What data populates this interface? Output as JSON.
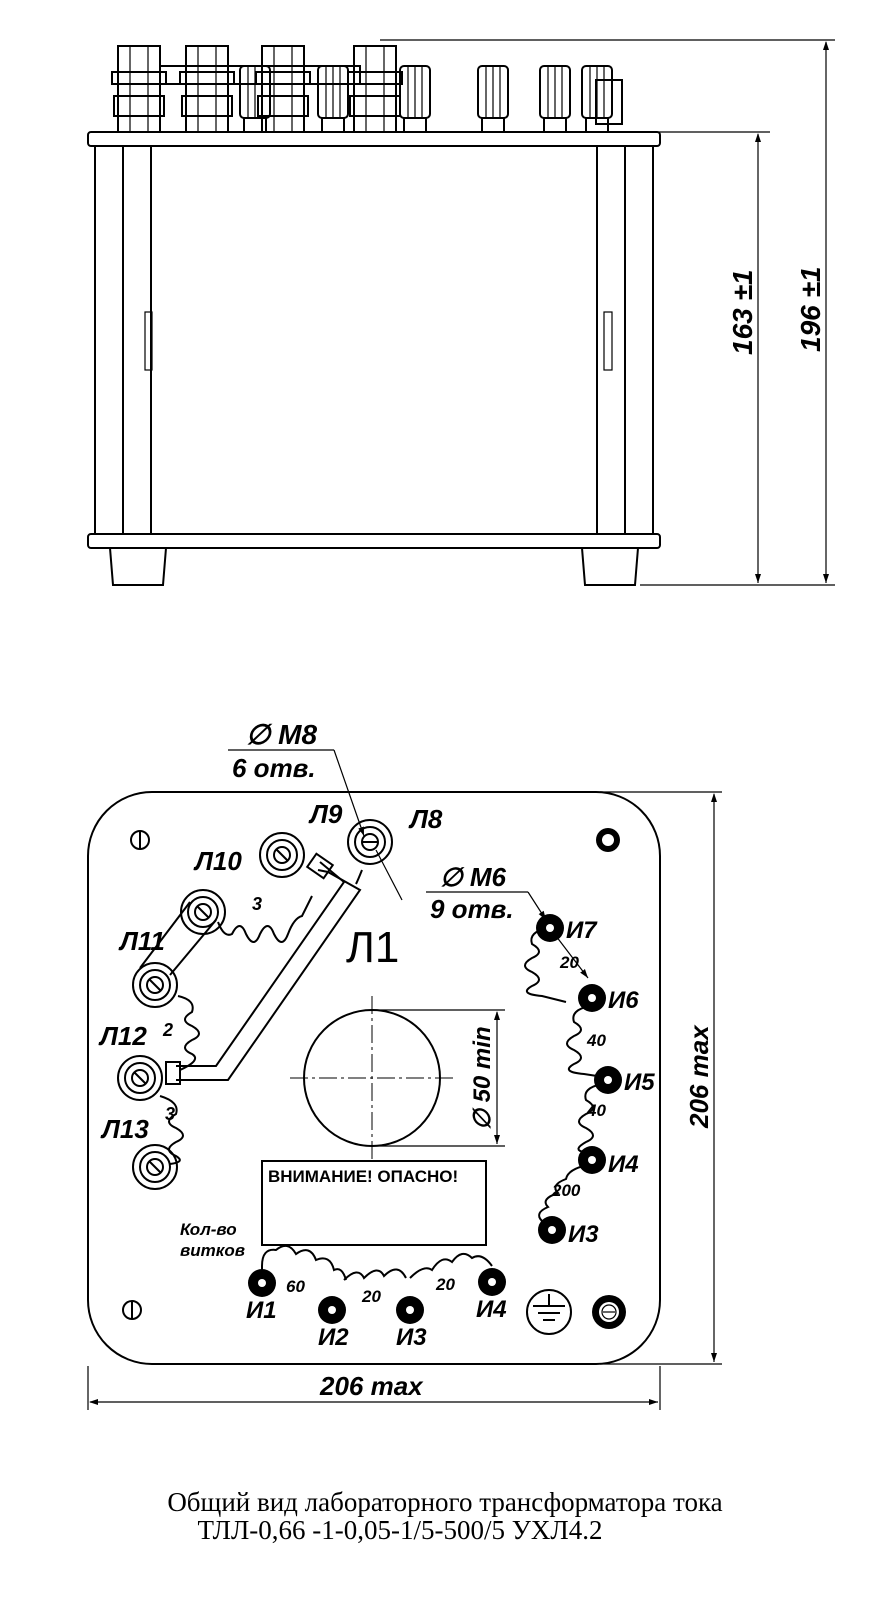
{
  "dimensions": {
    "front_height": "163 ±1",
    "total_height": "196 ±1",
    "width_bottom": "206 max",
    "width_right": "206 max",
    "hole_diameter": "∅ 50 min",
    "thread_m8": "∅ M8",
    "holes_6": "6 отв.",
    "thread_m6": "∅ M6",
    "holes_9": "9 отв."
  },
  "terminals": {
    "L8": "Л8",
    "L9": "Л9",
    "L10": "Л10",
    "L11": "Л11",
    "L12": "Л12",
    "L13": "Л13",
    "L1": "Л1",
    "I1": "И1",
    "I2": "И2",
    "I3": "И3",
    "I4": "И4",
    "I5": "И5",
    "I6": "И6",
    "I7": "И7"
  },
  "turns": {
    "t_l10_l9": "3",
    "t_l11_l12": "2",
    "t_l12_l13": "3",
    "t_i7_i6": "20",
    "t_i6_i5": "40",
    "t_i5_i4": "40",
    "t_i4_i3": "200",
    "t_i1_i2": "60",
    "t_i2_i3": "20",
    "t_i3_i4": "20"
  },
  "turns_caption": {
    "line1": "Кол-во",
    "line2": "витков"
  },
  "warning": "ВНИМАНИЕ! ОПАСНО!",
  "caption": {
    "line1": "Общий вид лабораторного трансформатора тока",
    "line2": "ТЛЛ-0,66 -1-0,05-1/5-500/5 УХЛ4.2"
  }
}
